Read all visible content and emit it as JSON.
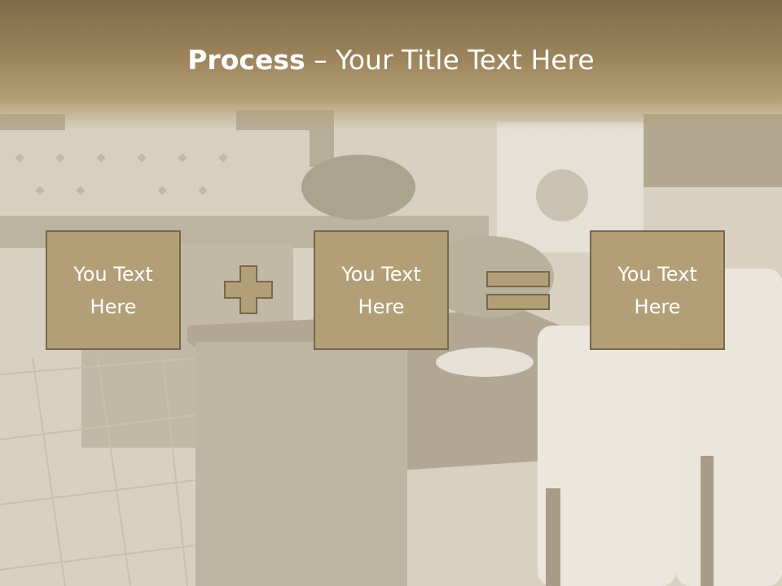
{
  "slide": {
    "title_bold": "Process",
    "title_rest": " – Your Title Text Here",
    "boxes": [
      {
        "text": "You Text\nHere"
      },
      {
        "text": "You Text\nHere"
      },
      {
        "text": "You Text\nHere"
      }
    ],
    "operators": [
      "plus-icon",
      "equals-icon"
    ],
    "colors": {
      "title_band": "#9c855c",
      "box_fill": "#b39f77",
      "box_border": "#77684c",
      "text": "#ffffff",
      "background": "#d9d2c3"
    }
  }
}
